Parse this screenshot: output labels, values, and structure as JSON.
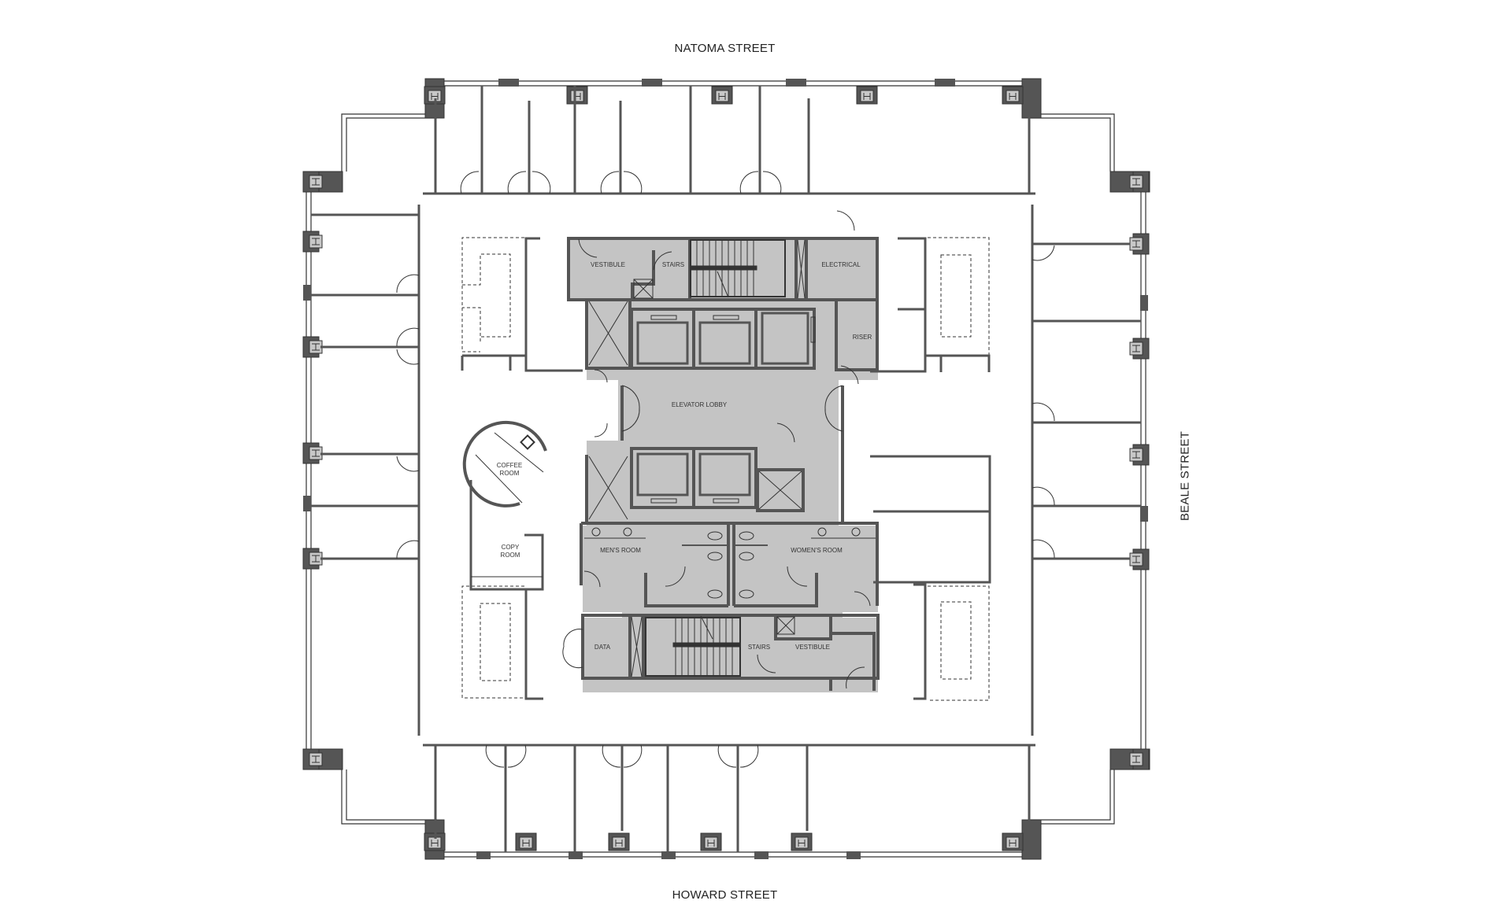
{
  "streets": {
    "north": "NATOMA STREET",
    "south": "HOWARD STREET",
    "east": "BEALE STREET"
  },
  "rooms": {
    "vestibule_north": "VESTIBULE",
    "stairs_north": "STAIRS",
    "electrical": "ELECTRICAL",
    "riser": "RISER",
    "elevator_lobby": "ELEVATOR LOBBY",
    "coffee_room_line1": "COFFEE",
    "coffee_room_line2": "ROOM",
    "copy_room_line1": "COPY",
    "copy_room_line2": "ROOM",
    "mens_room": "MEN'S ROOM",
    "womens_room": "WOMEN'S ROOM",
    "data": "DATA",
    "stairs_south": "STAIRS",
    "vestibule_south": "VESTIBULE"
  },
  "colors": {
    "wall": "#555555",
    "column_fill": "#c8c8c8",
    "core_fill": "#c4c4c4",
    "background": "#ffffff"
  }
}
